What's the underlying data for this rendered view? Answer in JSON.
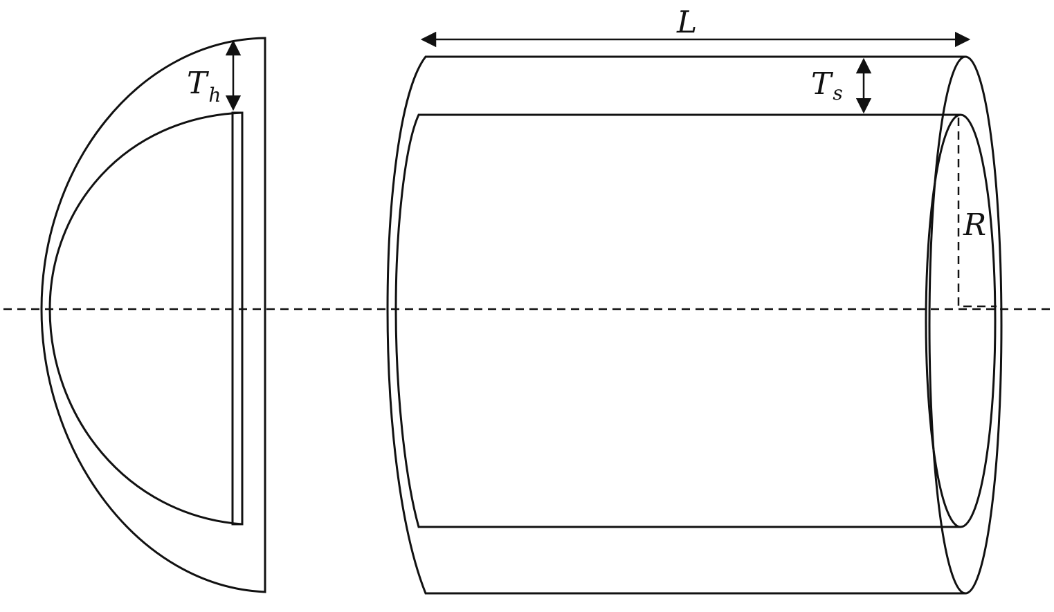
{
  "labels": {
    "length": "L",
    "head_thickness_main": "T",
    "head_thickness_sub": "h",
    "shell_thickness_main": "T",
    "shell_thickness_sub": "s",
    "radius": "R"
  },
  "colors": {
    "stroke": "#111111",
    "background": "#ffffff"
  }
}
